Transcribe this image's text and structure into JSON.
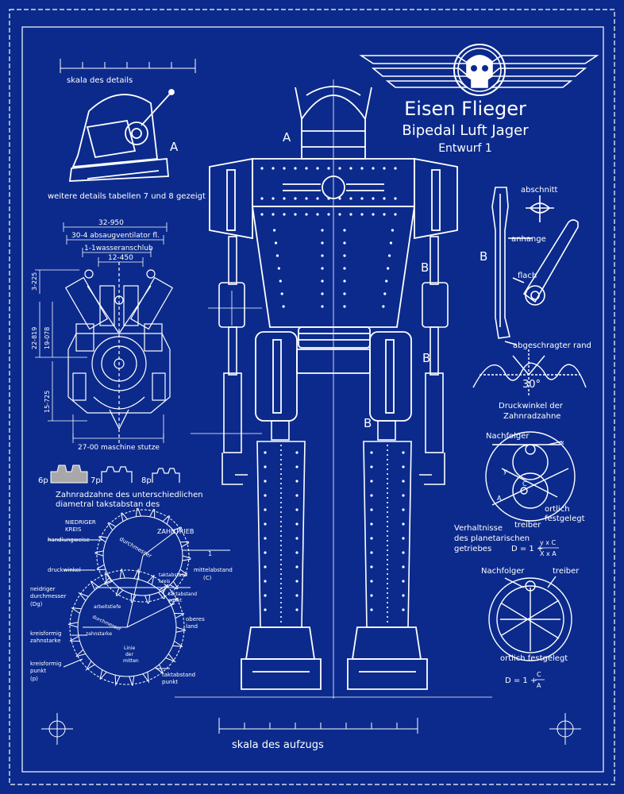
{
  "colors": {
    "background": "#0b2a8c",
    "line": "#ffffff",
    "accent": "#c8d6ff"
  },
  "header": {
    "title": "Eisen Flieger",
    "subtitle": "Bipedal Luft Jager",
    "draft": "Entwurf 1",
    "emblem": "winged-skull-icon"
  },
  "helmet_detail": {
    "scale_label": "skala des details",
    "callout": "A",
    "note": "weitere details tabellen 7 und 8 gezeigt"
  },
  "engine": {
    "dim_top": "32-950",
    "dim_fan": "30-4 absaugventilator fl.",
    "dim_water": "1-1wasseranschlub",
    "dim_inner": "12-450",
    "dim_left_1": "3-225",
    "dim_left_2": "22-819",
    "dim_left_3": "19-078",
    "dim_left_4": "15-725",
    "dim_bottom": "27-00 maschine stutze"
  },
  "gear_sizes": {
    "labels": [
      "6p",
      "7p",
      "8p"
    ],
    "caption_1": "Zahnradzahne des unterschiedlichen",
    "caption_2": "diametral takstabstan des"
  },
  "gear_diagram": {
    "niedriger": "NIEDRIGER",
    "kreis": "KREIS",
    "zahntrieb": "ZAHNTRIEB",
    "handlung": "handlungweise",
    "druckwinkel": "druckwinkel",
    "durchmesser": "durchmesser",
    "niedriger_d1": "neidriger",
    "niedriger_d2": "durchmesser",
    "niedriger_d3": "(Dg)",
    "taktabstand_kreis_1": "taktabstand",
    "taktabstand_kreis_2": "kreis",
    "mittelabstand_1": "mittelabstand",
    "mittelabstand_2": "(C)",
    "taktabstand_punkt_1": "taktabstand",
    "taktabstand_punkt_2": "punkt",
    "arbeitstiefe": "arbeitstiefe",
    "oberes_1": "oberes",
    "oberes_2": "land",
    "kreisformig_zahn_1": "kreisformig",
    "kreisformig_zahn_2": "zahnstarke",
    "zahnstarke": "zahnstarke",
    "linie_1": "Linie",
    "linie_2": "der",
    "linie_3": "mitten",
    "kreisformig_punkt_1": "kreisformig",
    "kreisformig_punkt_2": "punkt",
    "kreisformig_punkt_3": "(p)",
    "taktabstand_punkt2_1": "taktabstand",
    "taktabstand_punkt2_2": "punkt",
    "durchmesser_small": "durchmesser",
    "one": "1"
  },
  "robot": {
    "callout_a": "A",
    "callout_b1": "B",
    "callout_b2": "B",
    "callout_b3": "B",
    "scale_label": "skala des aufzugs"
  },
  "blade": {
    "callout": "B",
    "abschnitt": "abschnitt",
    "anhange": "anhange",
    "flach": "flach",
    "abgeschragter": "abgeschragter rand"
  },
  "gear_teeth": {
    "angle": "30°",
    "caption_1": "Druckwinkel der",
    "caption_2": "Zahnradzahne"
  },
  "planetary": {
    "nachfolger": "Nachfolger",
    "x": "x",
    "y": "y",
    "c": "C",
    "a": "A",
    "ortlich": "ortlich",
    "festgelegt": "festgelegt",
    "treiber": "treiber",
    "caption_1": "Verhaltnisse",
    "caption_2": "des planetarischen",
    "caption_3": "getriebes",
    "formula_lhs": "D = 1 +",
    "formula_num": "y x C",
    "formula_den": "X x A"
  },
  "follower": {
    "nachfolger": "Nachfolger",
    "treiber": "treiber",
    "ortlich": "ortlich festgelegt",
    "formula_lhs": "D = 1 +",
    "formula_num": "C",
    "formula_den": "A"
  }
}
